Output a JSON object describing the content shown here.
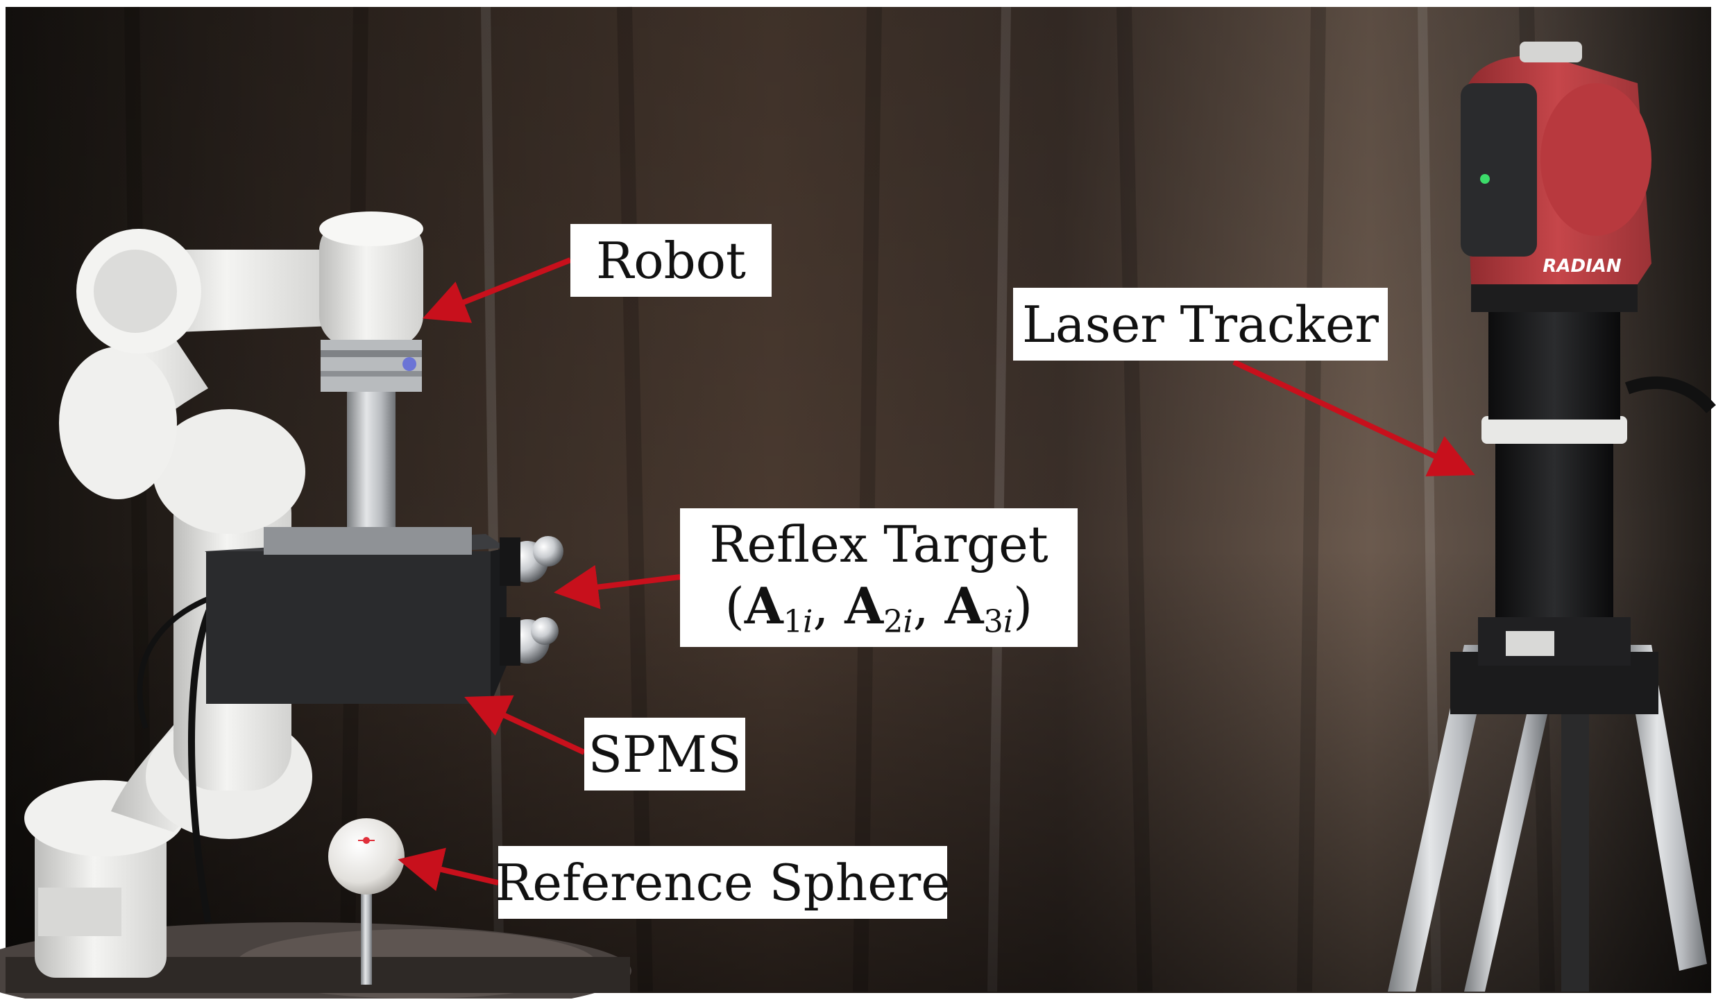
{
  "labels": {
    "robot": "Robot",
    "laser_tracker": "Laser Tracker",
    "reflex_target_line1": "Reflex Target",
    "reflex_target_line2": {
      "open": "(",
      "sep": ", ",
      "close": ")",
      "terms": [
        {
          "base": "A",
          "sub": "1",
          "idx": "i"
        },
        {
          "base": "A",
          "sub": "2",
          "idx": "i"
        },
        {
          "base": "A",
          "sub": "3",
          "idx": "i"
        }
      ]
    },
    "spms": "SPMS",
    "reference_sphere": "Reference Sphere"
  },
  "objects": {
    "tracker_brand": "RADIAN"
  },
  "colors": {
    "arrow": "#c8101c",
    "tracker_head": "#b8353a",
    "robot": "#ececea",
    "backdrop": "#2c2421"
  }
}
